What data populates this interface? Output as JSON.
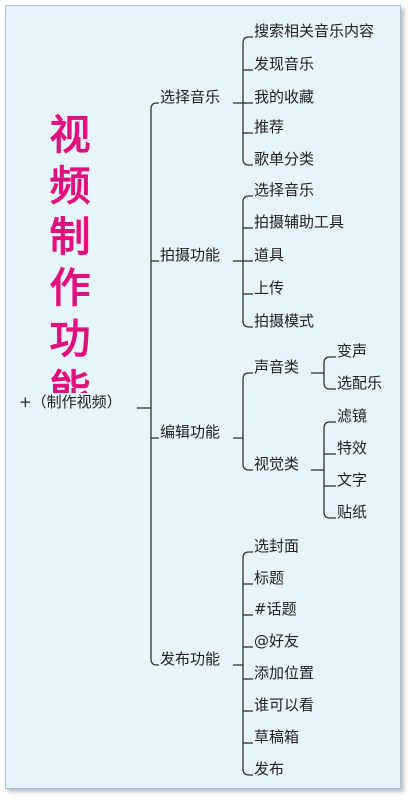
{
  "title_chars": [
    "视",
    "频",
    "制",
    "作",
    "功",
    "能"
  ],
  "root": "+（制作视频）",
  "branches": [
    {
      "label": "选择音乐",
      "children": [
        "搜索相关音乐内容",
        "发现音乐",
        "我的收藏",
        "推荐",
        "歌单分类"
      ]
    },
    {
      "label": "拍摄功能",
      "children": [
        "选择音乐",
        "拍摄辅助工具",
        "道具",
        "上传",
        "拍摄模式"
      ]
    },
    {
      "label": "编辑功能",
      "groups": [
        {
          "label": "声音类",
          "children": [
            "变声",
            "选配乐"
          ]
        },
        {
          "label": "视觉类",
          "children": [
            "滤镜",
            "特效",
            "文字",
            "贴纸"
          ]
        }
      ]
    },
    {
      "label": "发布功能",
      "children": [
        "选封面",
        "标题",
        "#话题",
        "@好友",
        "添加位置",
        "谁可以看",
        "草稿箱",
        "发布"
      ]
    }
  ]
}
